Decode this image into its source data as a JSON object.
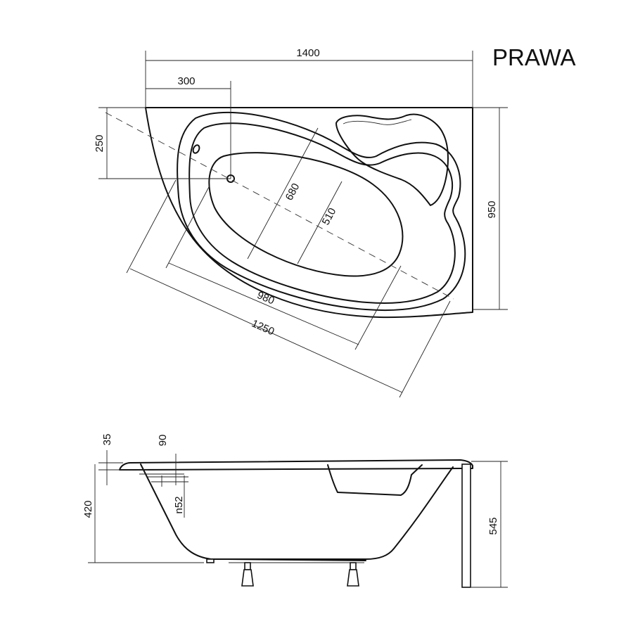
{
  "variant_label": "PRAWA",
  "top_view": {
    "overall_length": "1400",
    "drain_offset_x": "300",
    "drain_offset_y": "250",
    "overall_width": "950",
    "inner_width_long": "680",
    "inner_width_short": "510",
    "inner_length": "980",
    "outer_length": "1250"
  },
  "side_view": {
    "rim_thickness": "35",
    "overflow_offset": "90",
    "overflow_diameter": "n52",
    "inner_depth": "420",
    "total_height": "545"
  }
}
